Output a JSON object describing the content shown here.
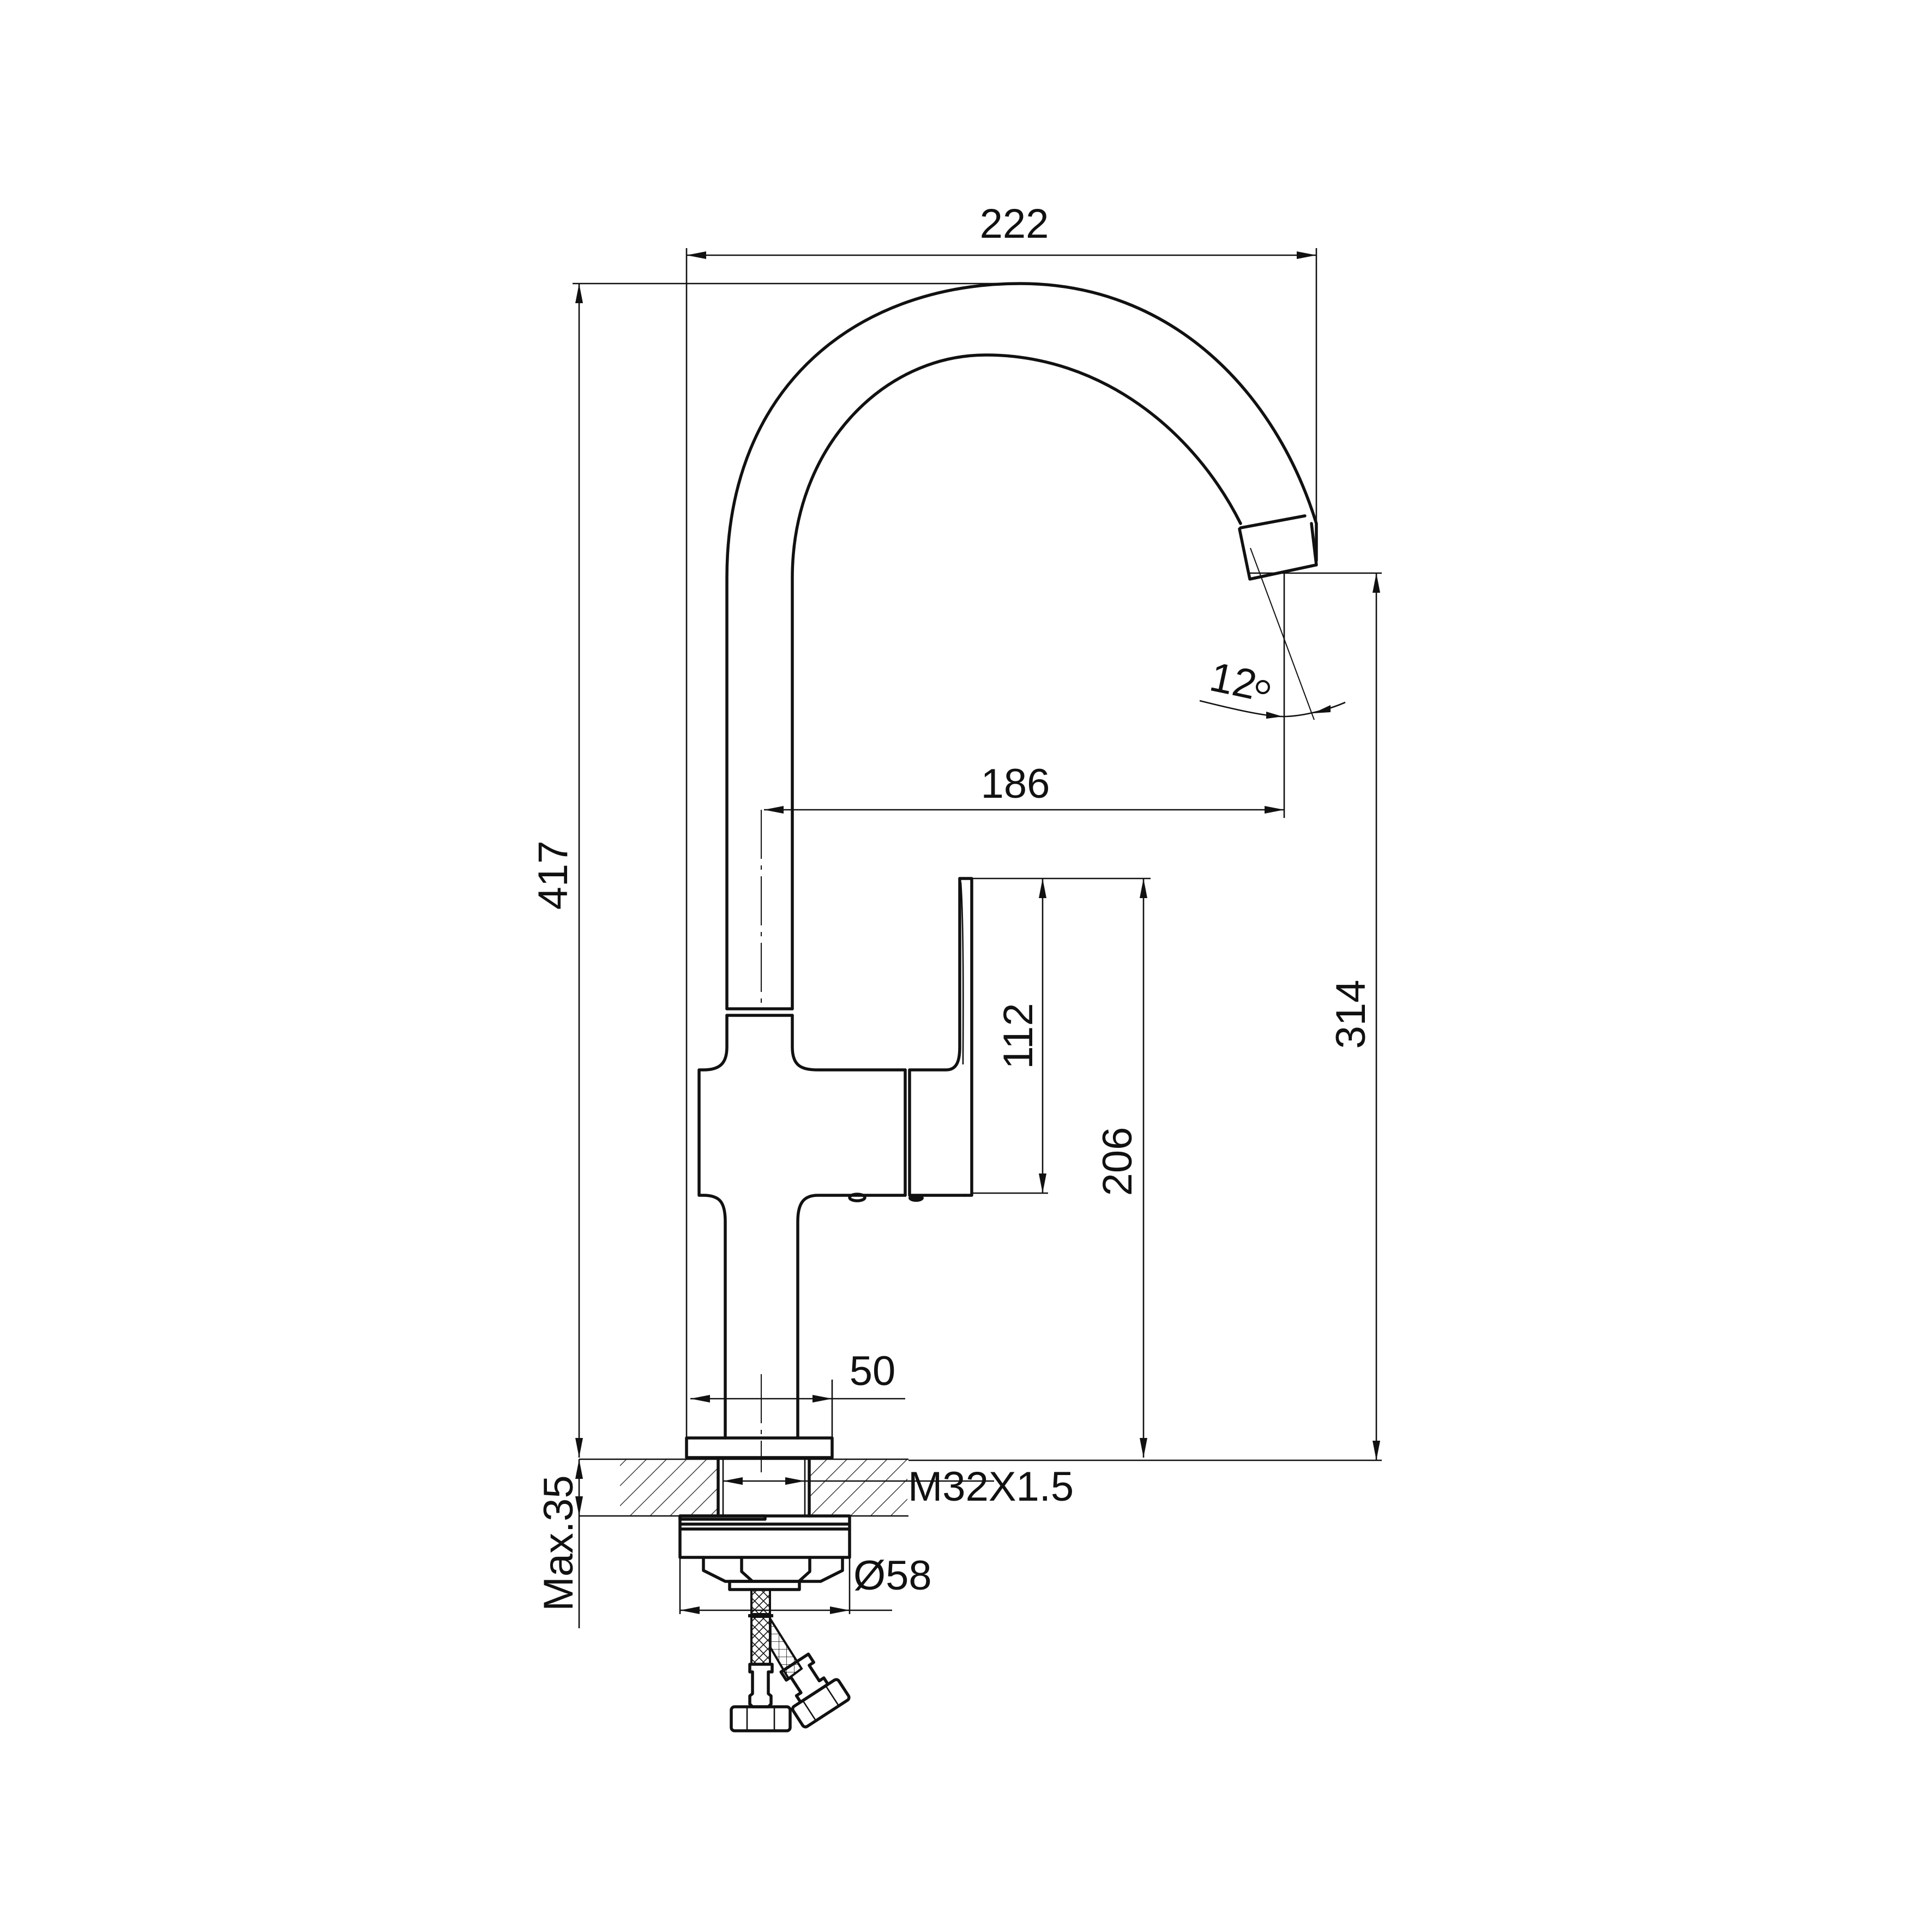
{
  "drawing": {
    "subject": "single-lever kitchen faucet with swivel gooseneck spout",
    "units": "mm",
    "line_color": "#111111",
    "background": "#ffffff"
  },
  "dimensions": {
    "spout_width": "222",
    "total_height": "417",
    "spout_reach": "186",
    "spout_angle": "12",
    "spout_angle_unit": "o",
    "outlet_height": "314",
    "lever_length": "112",
    "lever_height": "206",
    "base_diameter": "50",
    "thread": "M32X1.5",
    "flange_diameter": "Ø58",
    "max_deck_thickness": "Max.35"
  }
}
